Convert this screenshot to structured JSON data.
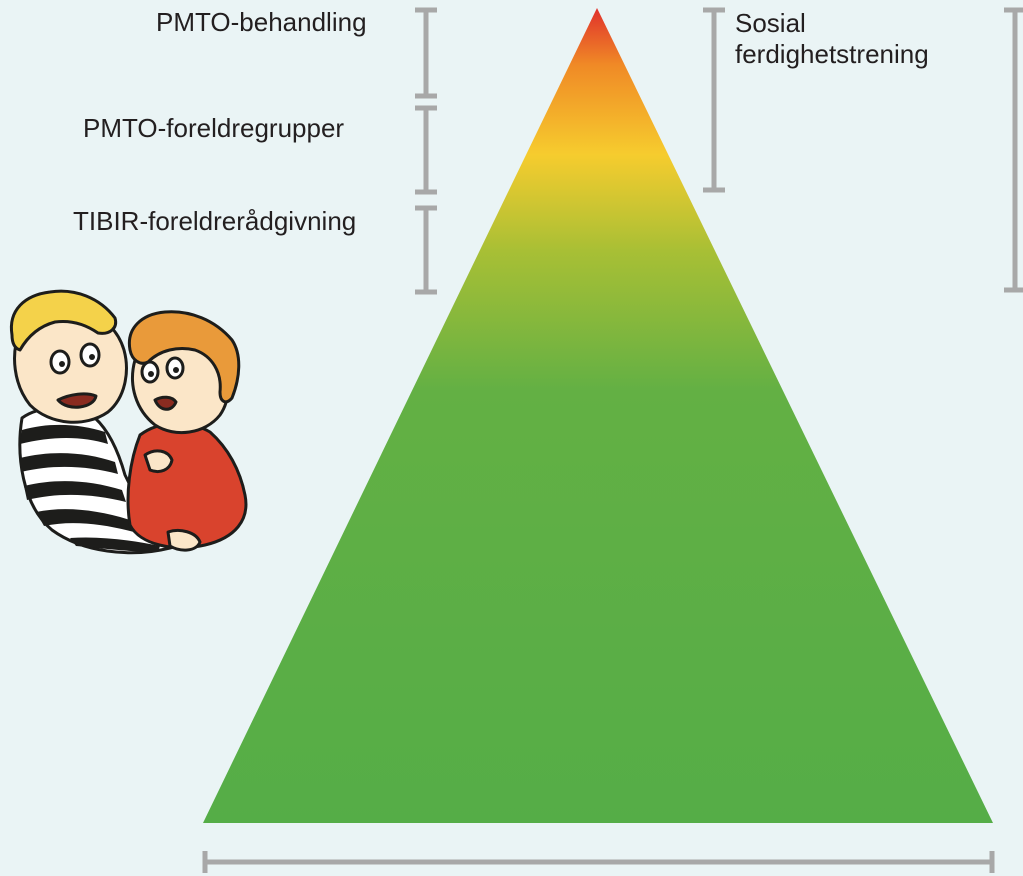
{
  "diagram": {
    "levels_left": [
      {
        "label": "PMTO-behandling"
      },
      {
        "label": "PMTO-foreldregrupper"
      },
      {
        "label": "TIBIR-foreldrerådgivning"
      }
    ],
    "levels_right": [
      {
        "label_line1": "Sosial",
        "label_line2": "ferdighetstrening"
      }
    ],
    "colors": {
      "background": "#eaf4f5",
      "bracket": "#a8a8a8",
      "pyramid_top": "#e0312c",
      "pyramid_orange": "#f08a26",
      "pyramid_yellow": "#f6cc2e",
      "pyramid_lime": "#a7bf35",
      "pyramid_green": "#55ad47",
      "text": "#231f20"
    },
    "illustration": {
      "subject": "two children hugging cartoon",
      "icon": "children-illustration-icon"
    }
  }
}
